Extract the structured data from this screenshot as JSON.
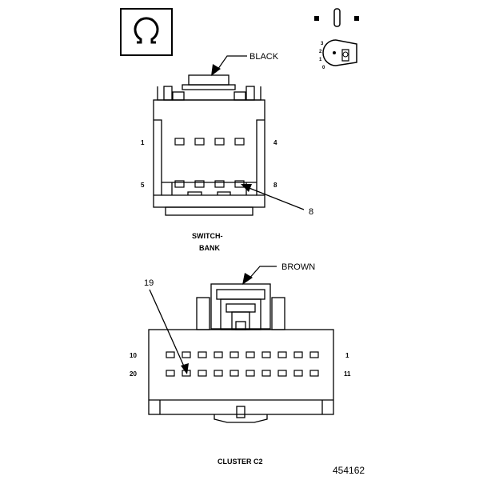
{
  "symbols": {
    "omega_icon": "omega-symbol",
    "key_icon": "ignition-key-position",
    "key_positions": [
      "3",
      "2",
      "1",
      "0"
    ]
  },
  "switch_bank": {
    "wire_color": "BLACK",
    "pin_top_left": "1",
    "pin_top_right": "4",
    "pin_bottom_left": "5",
    "pin_bottom_right": "8",
    "callout_pin": "8",
    "name_line1": "SWITCH-",
    "name_line2": "BANK"
  },
  "cluster_c2": {
    "wire_color": "BROWN",
    "pin_top_left": "10",
    "pin_top_right": "1",
    "pin_bottom_left": "20",
    "pin_bottom_right": "11",
    "callout_pin": "19",
    "name": "CLUSTER C2"
  },
  "figure_number": "454162"
}
